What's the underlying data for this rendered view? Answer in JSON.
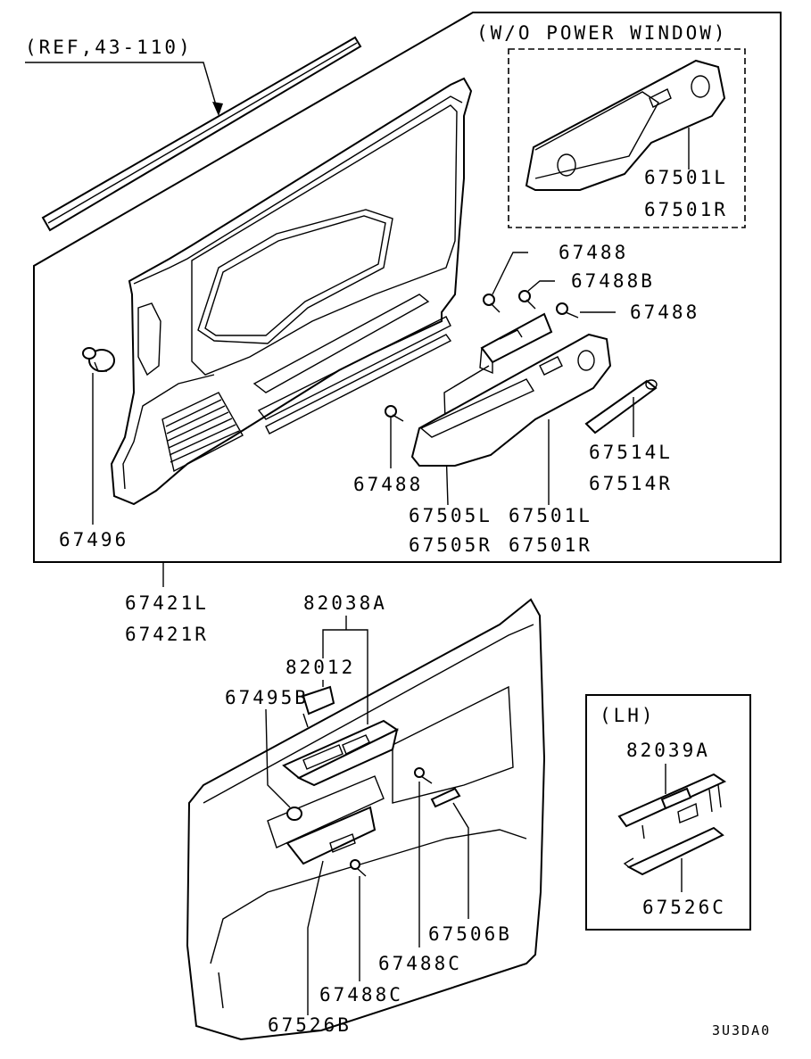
{
  "labels": {
    "ref": "(REF,43-110)",
    "wo_power_window": "(W/O POWER WINDOW)",
    "p67501L_top": "67501L",
    "p67501R_top": "67501R",
    "p67488_a": "67488",
    "p67488B": "67488B",
    "p67488_b": "67488",
    "p67488_c": "67488",
    "p67496": "67496",
    "p67505L": "67505L",
    "p67505R": "67505R",
    "p67501L": "67501L",
    "p67501R": "67501R",
    "p67514L": "67514L",
    "p67514R": "67514R",
    "p67421L": "67421L",
    "p67421R": "67421R",
    "p82038A": "82038A",
    "p82012": "82012",
    "p67495B": "67495B",
    "lh": "(LH)",
    "p82039A": "82039A",
    "p67526C": "67526C",
    "p67506B": "67506B",
    "p67488C_a": "67488C",
    "p67488C_b": "67488C",
    "p67526B": "67526B",
    "code": "3U3DA0"
  }
}
